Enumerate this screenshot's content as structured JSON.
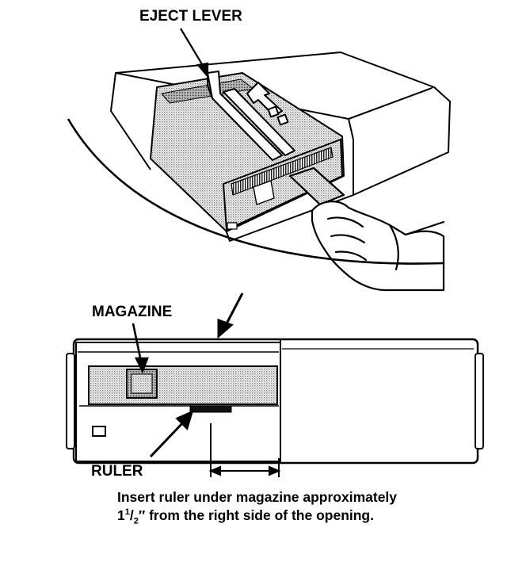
{
  "labels": {
    "eject_lever": "EJECT LEVER",
    "magazine": "MAGAZINE",
    "ruler": "RULER"
  },
  "caption": {
    "line1": "Insert ruler under magazine approximately",
    "line2_whole": "1",
    "line2_num": "1",
    "line2_den": "2",
    "line2_rest": "″ from the right side of the opening."
  },
  "colors": {
    "ink": "#000000",
    "paper": "#ffffff",
    "shade": "#c8c8c8"
  }
}
